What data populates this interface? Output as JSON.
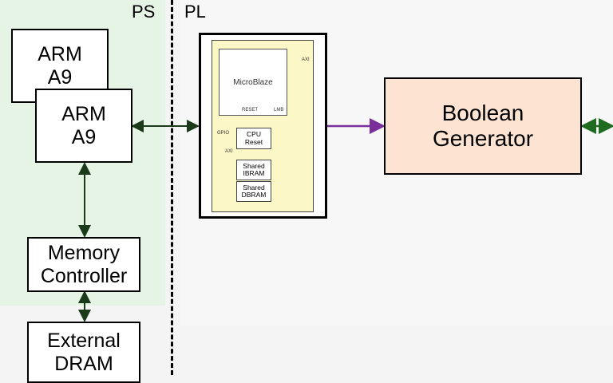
{
  "labels": {
    "ps": "PS",
    "pl": "PL"
  },
  "blocks": {
    "arm_back": "ARM A9",
    "arm_front": "ARM A9",
    "memory_controller": "Memory Controller",
    "external_dram": "External DRAM",
    "boolean_generator": "Boolean Generator"
  },
  "pl_subsystem": {
    "microblaze": "MicroBlaze",
    "reset_port": "RESET",
    "lmb_port": "LMB",
    "gpio_port": "GPIO",
    "cpu_reset": "CPU Reset",
    "axi_left": "AXI",
    "axi_right": "AXI",
    "shared_ibram": "Shared IBRAM",
    "shared_dbram": "Shared DBRAM"
  },
  "colors": {
    "ps_region": "#e6f4e6",
    "boolean_generator_fill": "#fde3d2",
    "subsystem_fill": "#fbf7c6",
    "green_arrow": "#1f6b1f",
    "purple_arrow": "#7a2f9a",
    "bidir_arrow": "#1a3a1a"
  }
}
